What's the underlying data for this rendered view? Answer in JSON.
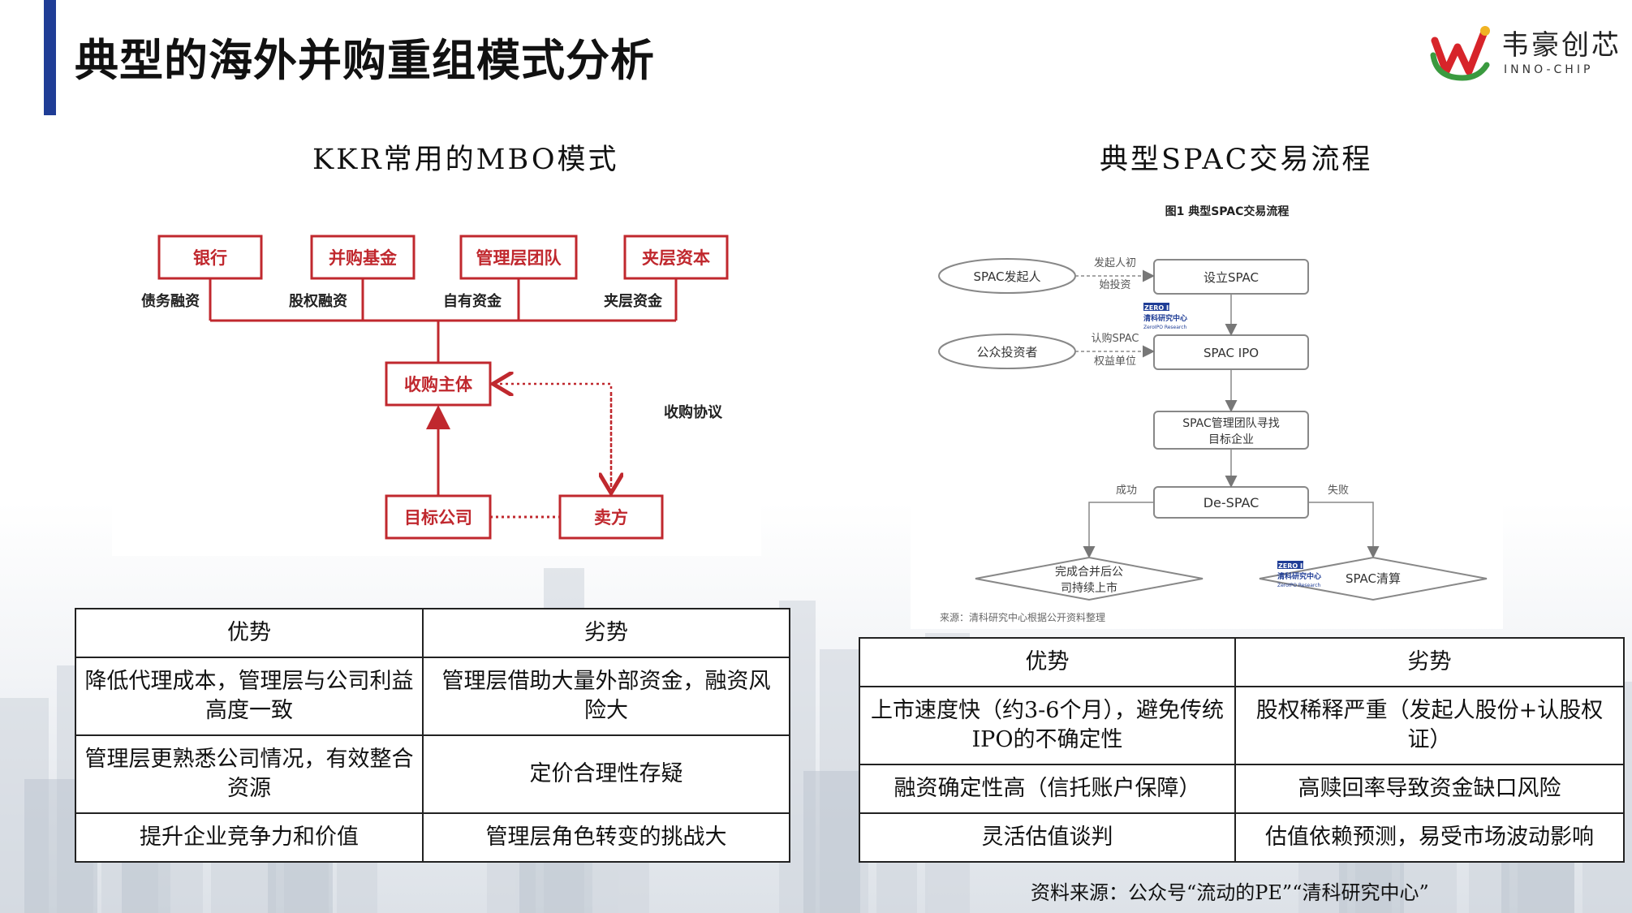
{
  "page_title": "典型的海外并购重组模式分析",
  "logo": {
    "cn": "韦豪创芯",
    "en": "INNO-CHIP"
  },
  "left_section": {
    "title": "KKR常用的MBO模式",
    "diagram": {
      "funders": [
        "银行",
        "并购基金",
        "管理层团队",
        "夹层资本"
      ],
      "funding_types": [
        "债务融资",
        "股权融资",
        "自有资金",
        "夹层资金"
      ],
      "acquirer": "收购主体",
      "target": "目标公司",
      "seller": "卖方",
      "agreement": "收购协议"
    },
    "table": {
      "headers": [
        "优势",
        "劣势"
      ],
      "rows": [
        [
          "降低代理成本，管理层与公司利益高度一致",
          "管理层借助大量外部资金，融资风险大"
        ],
        [
          "管理层更熟悉公司情况，有效整合资源",
          "定价合理性存疑"
        ],
        [
          "提升企业竞争力和价值",
          "管理层角色转变的挑战大"
        ]
      ]
    }
  },
  "right_section": {
    "title": "典型SPAC交易流程",
    "figure": {
      "caption": "图1 典型SPAC交易流程",
      "sponsor": "SPAC发起人",
      "public_investor": "公众投资者",
      "edge_sponsor_1": "发起人初",
      "edge_sponsor_2": "始投资",
      "edge_public_1": "认购SPAC",
      "edge_public_2": "权益单位",
      "step_setup": "设立SPAC",
      "step_ipo": "SPAC IPO",
      "step_search_1": "SPAC管理团队寻找",
      "step_search_2": "目标企业",
      "step_despac": "De-SPAC",
      "success": "成功",
      "failure": "失败",
      "outcome_success_1": "完成合并后公",
      "outcome_success_2": "司持续上市",
      "outcome_fail": "SPAC清算",
      "watermark_brand": "ZERO IPO",
      "watermark_cn": "清科研究中心",
      "watermark_en": "ZeroIPO Research",
      "source": "来源：清科研究中心根据公开资料整理"
    },
    "table": {
      "headers": [
        "优势",
        "劣势"
      ],
      "rows": [
        [
          "上市速度快（约3-6个月），避免传统IPO的不确定性",
          "股权稀释严重（发起人股份+认股权证）"
        ],
        [
          "融资确定性高（信托账户保障）",
          "高赎回率导致资金缺口风险"
        ],
        [
          "灵活估值谈判",
          "估值依赖预测，易受市场波动影响"
        ]
      ]
    }
  },
  "source_note": "资料来源：公众号“流动的PE”“清科研究中心”",
  "colors": {
    "accent_bar": "#1f3d96",
    "diagram_red": "#c0282e",
    "logo_red": "#d7242a",
    "logo_green": "#3a9a3f"
  }
}
